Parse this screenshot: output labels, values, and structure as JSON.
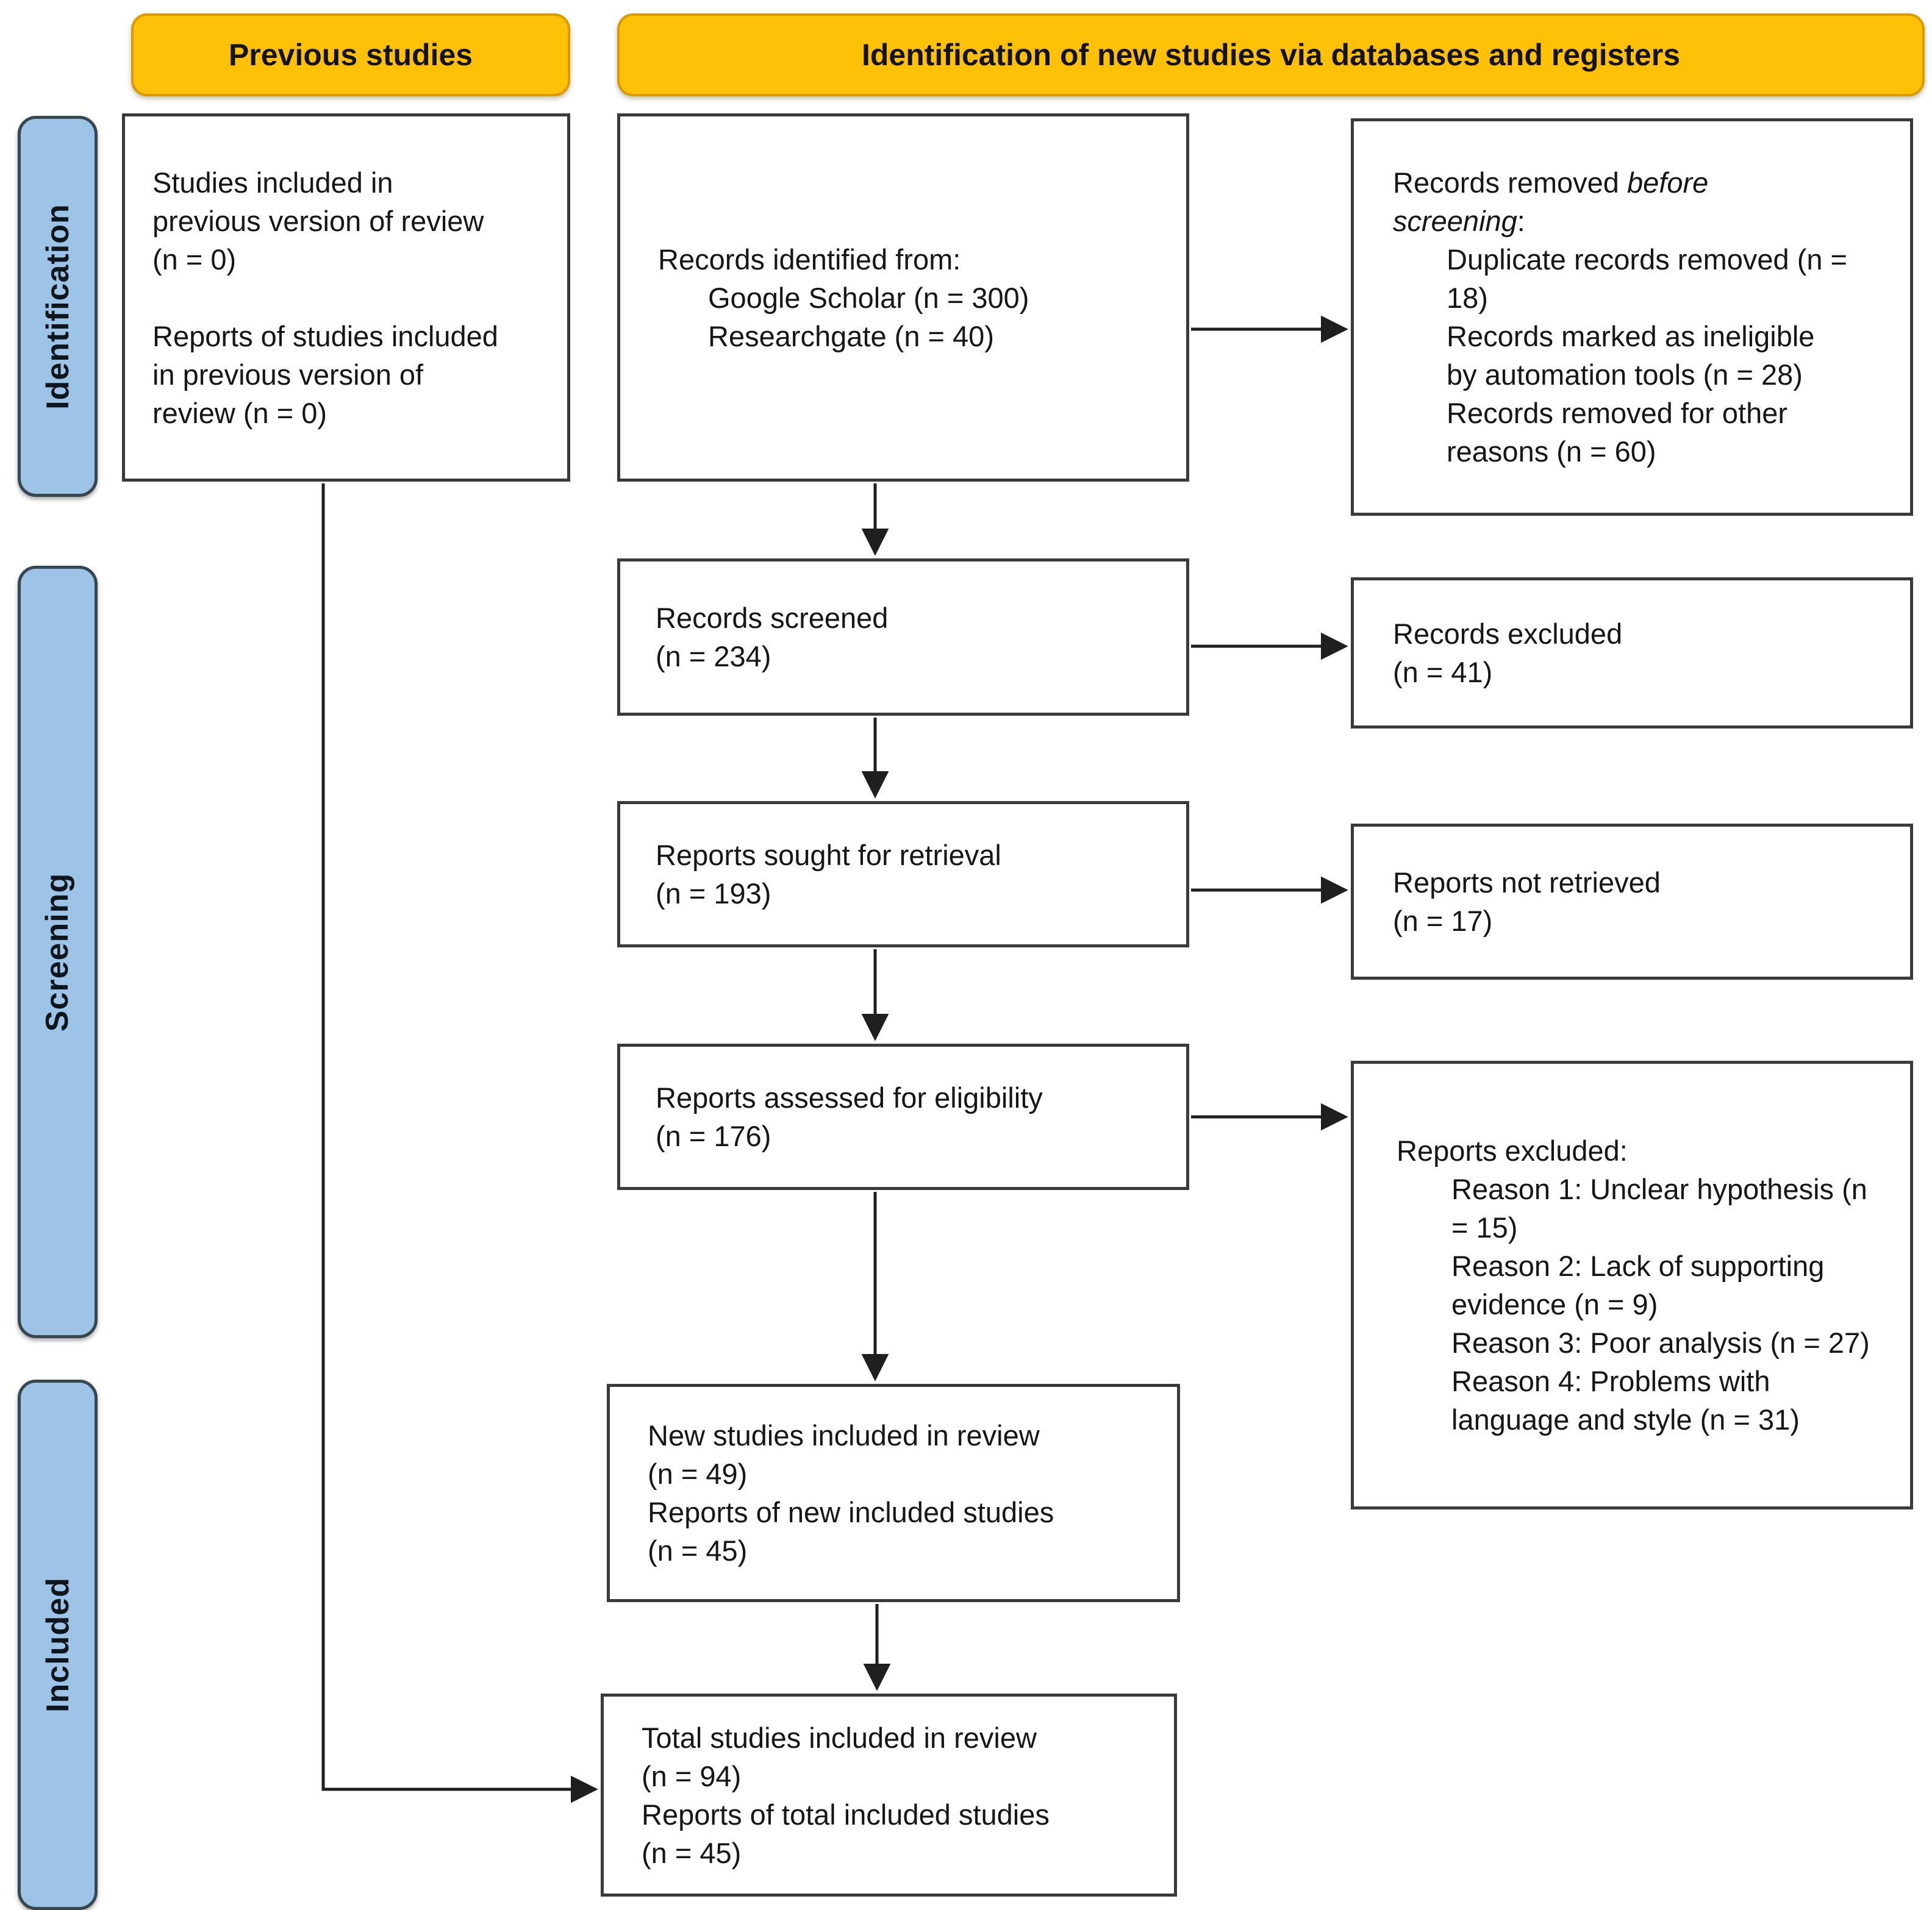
{
  "colors": {
    "header_fill": "#FFC008",
    "header_border": "#D89B00",
    "stage_fill": "#9DC3E6",
    "stage_border": "#37474F",
    "box_border": "#3A3A3A",
    "arrow": "#1F1F1F"
  },
  "headers": {
    "previous": "Previous studies",
    "new_via_databases": "Identification of new studies via databases and registers"
  },
  "stages": [
    {
      "label": "Identification"
    },
    {
      "label": "Screening"
    },
    {
      "label": "Included"
    }
  ],
  "boxes": {
    "previous_studies": {
      "para1": "Studies included in previous version of review (n = 0)",
      "para2": "Reports of studies included in previous version of review (n = 0)"
    },
    "records_identified": {
      "title": "Records identified from:",
      "sources": [
        "Google Scholar (n = 300)",
        "Researchgate (n = 40)"
      ]
    },
    "records_removed": {
      "title_prefix": "Records removed ",
      "title_italic": "before screening",
      "title_suffix": ":",
      "items": [
        "Duplicate records removed (n = 18)",
        "Records marked as ineligible by automation tools (n = 28)",
        "Records removed for other reasons (n = 60)"
      ]
    },
    "records_screened": {
      "line1": "Records screened",
      "line2": "(n = 234)"
    },
    "records_excluded": {
      "line1": "Records excluded",
      "line2": "(n = 41)"
    },
    "reports_sought": {
      "line1": "Reports sought for retrieval",
      "line2": "(n = 193)"
    },
    "reports_not_retrieved": {
      "line1": "Reports not retrieved",
      "line2": "(n = 17)"
    },
    "reports_assessed": {
      "line1": "Reports assessed for eligibility",
      "line2": "(n = 176)"
    },
    "reports_excluded": {
      "title": "Reports excluded:",
      "items": [
        "Reason 1: Unclear hypothesis (n = 15)",
        "Reason 2: Lack of supporting evidence (n = 9)",
        "Reason 3: Poor analysis (n = 27)",
        "Reason 4: Problems with language and style (n = 31)"
      ]
    },
    "new_studies": {
      "line1": "New studies included in review",
      "line2": "(n = 49)",
      "line3": "Reports of new included studies",
      "line4": "(n = 45)"
    },
    "total_studies": {
      "line1": "Total studies included in review",
      "line2": "(n = 94)",
      "line3": "Reports of total included studies",
      "line4": "(n = 45)"
    }
  }
}
